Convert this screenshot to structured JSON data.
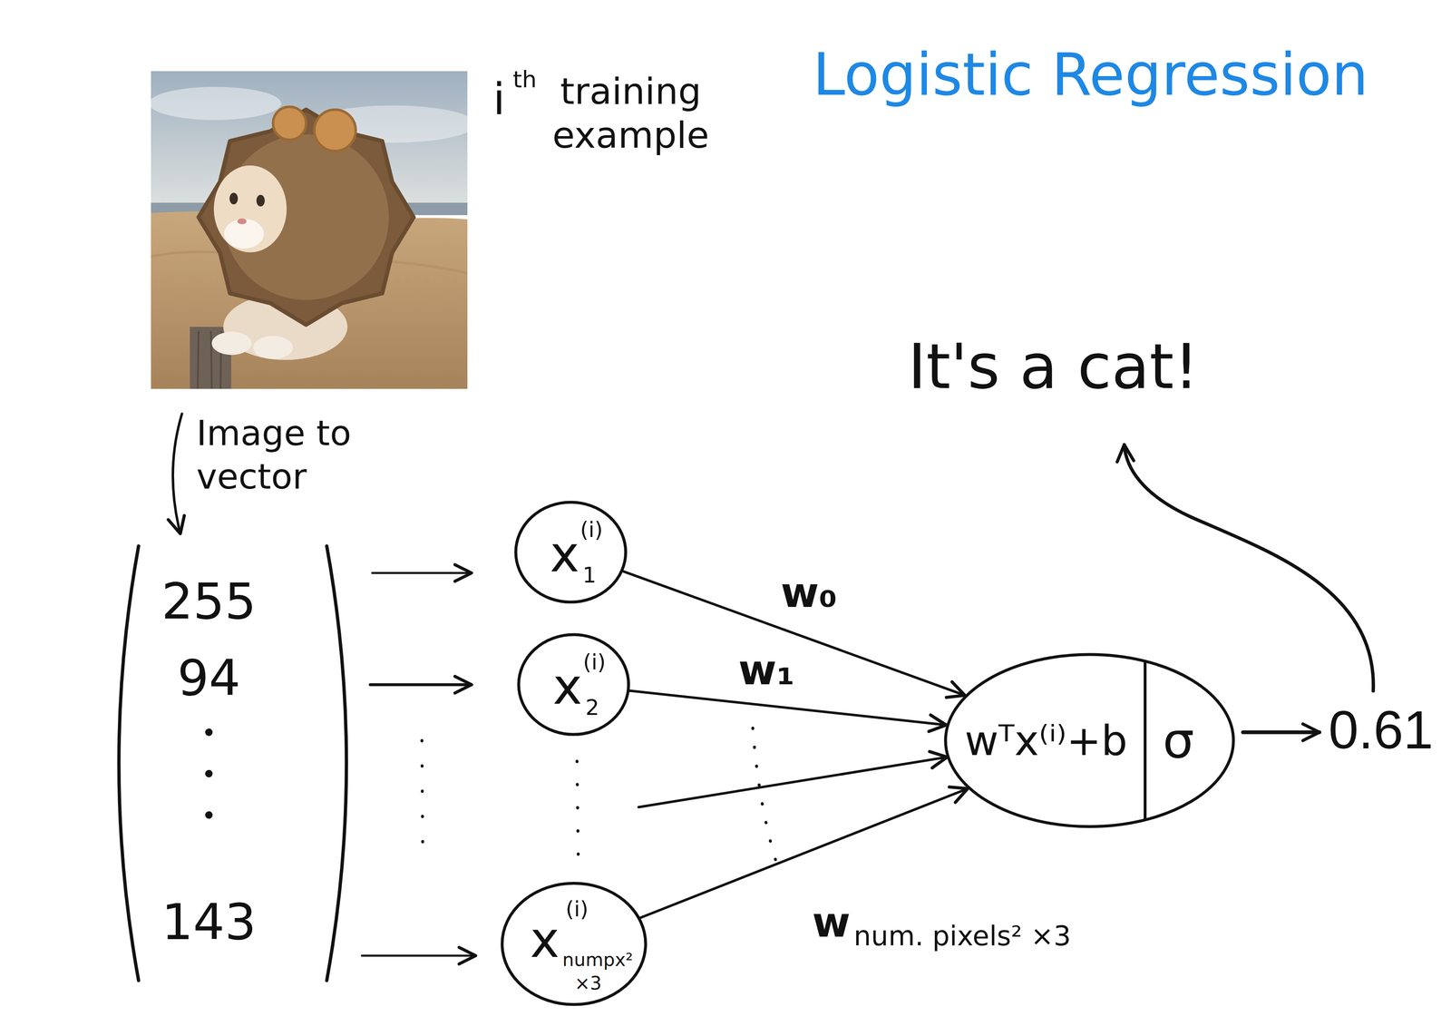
{
  "diagram": {
    "title": "Logistic Regression",
    "nodes": [
      {
        "text": [
          "x",
          "(i)",
          "1"
        ]
      },
      {
        "text": [
          "x",
          "(i)",
          "2"
        ]
      },
      {
        "text": [
          "x",
          "(i)",
          "numpx²",
          "×3"
        ]
      },
      {
        "text": [
          "wᵀx⁽ⁱ⁾+b",
          "σ"
        ]
      }
    ],
    "edges": [
      {
        "from": 0,
        "to": 3,
        "arrow": "to",
        "label": "w₀"
      },
      {
        "from": 1,
        "to": 3,
        "arrow": "to",
        "label": "w₁"
      },
      {
        "from": 2,
        "to": 3,
        "arrow": "to",
        "label": "w"
      }
    ],
    "labels": [
      "i",
      "th",
      "training example",
      "Image to vector",
      "255",
      "94",
      "143",
      "0.61",
      "It's a cat!",
      "num. pixels² ×3"
    ]
  }
}
